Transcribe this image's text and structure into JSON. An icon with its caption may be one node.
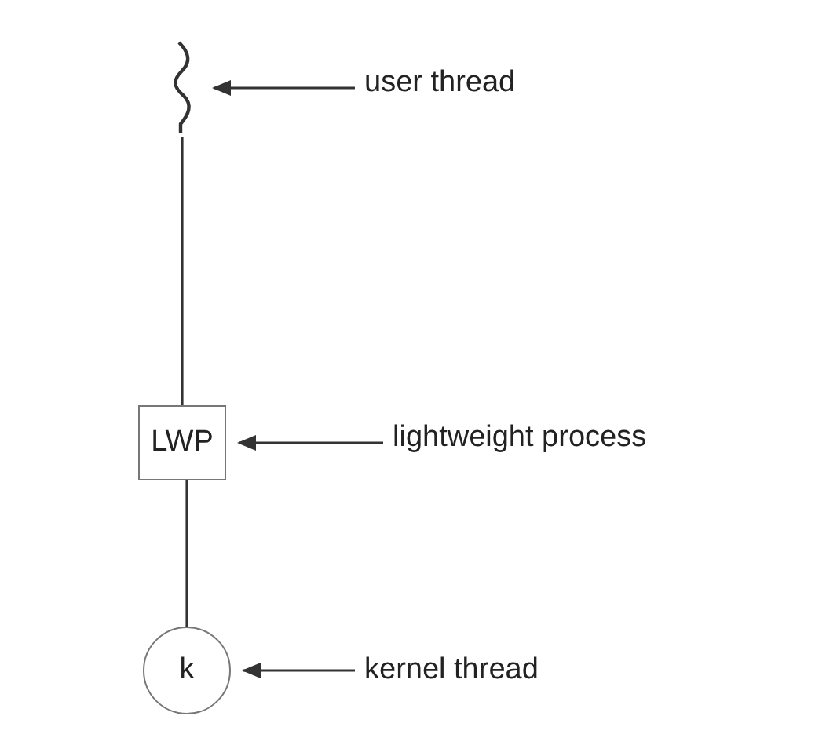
{
  "diagram": {
    "nodes": [
      {
        "text": [
          "user thread"
        ]
      },
      {
        "text": [],
        "shape": "squiggle"
      },
      {
        "text": [
          "LWP"
        ]
      },
      {
        "text": [
          "lightweight process"
        ]
      },
      {
        "text": [
          "k"
        ]
      },
      {
        "text": [
          "kernel thread"
        ]
      }
    ],
    "edges": [
      {
        "from": 0,
        "to": 1,
        "arrow": "to"
      },
      {
        "from": 1,
        "to": 2,
        "arrow": "none"
      },
      {
        "from": 3,
        "to": 2,
        "arrow": "to"
      },
      {
        "from": 2,
        "to": 4,
        "arrow": "none"
      },
      {
        "from": 5,
        "to": 4,
        "arrow": "to"
      }
    ]
  }
}
